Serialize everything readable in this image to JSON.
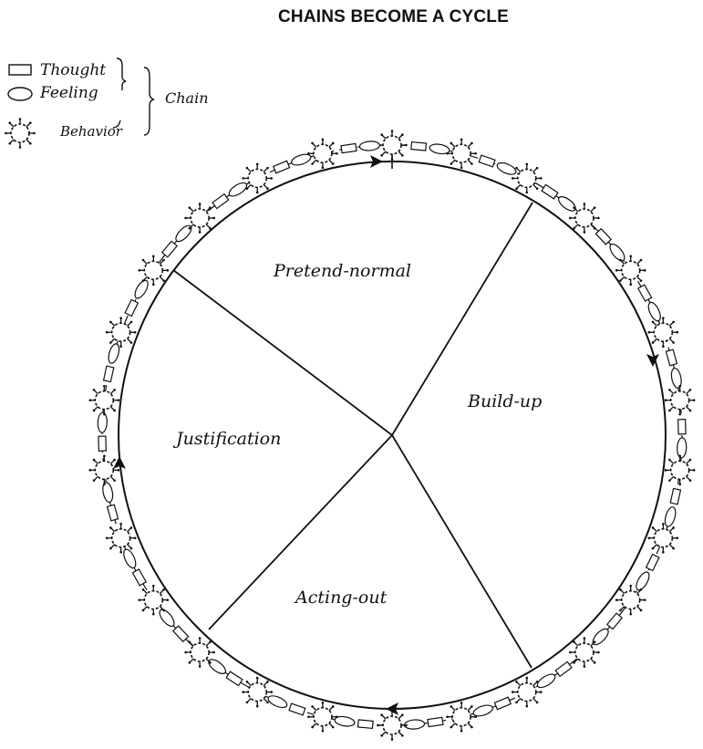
{
  "title": "CHAINS BECOME A CYCLE",
  "legend": {
    "items": [
      {
        "shape": "rectangle",
        "label": "Thought"
      },
      {
        "shape": "ellipse",
        "label": "Feeling"
      },
      {
        "shape": "spiked-circle",
        "label": "Behavior"
      }
    ],
    "group_label": "Chain"
  },
  "cycle": {
    "segments": [
      "Pretend-normal",
      "Build-up",
      "Acting-out",
      "Justification"
    ],
    "direction": "clockwise"
  },
  "colors": {
    "ink": "#111111",
    "background": "#ffffff"
  }
}
